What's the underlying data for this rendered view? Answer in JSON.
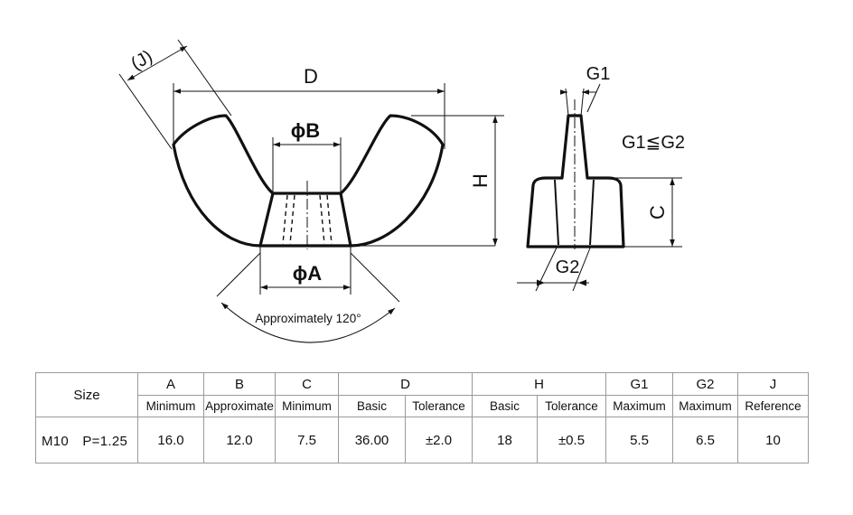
{
  "diagram": {
    "label_j": "(J)",
    "label_d": "D",
    "label_phi_b": "ϕB",
    "label_h": "H",
    "label_phi_a": "ϕA",
    "label_angle": "Approximately 120°",
    "label_g1": "G1",
    "label_g1_le_g2": "G1≦G2",
    "label_c": "C",
    "label_g2": "G2"
  },
  "table": {
    "size_header": "Size",
    "groups": [
      "A",
      "B",
      "C",
      "D",
      "H",
      "G1",
      "G2",
      "J"
    ],
    "subheaders": [
      "Minimum",
      "Approximate",
      "Minimum",
      "Basic",
      "Tolerance",
      "Basic",
      "Tolerance",
      "Maximum",
      "Maximum",
      "Reference"
    ],
    "row": {
      "size": "M10　P=1.25",
      "values": [
        "16.0",
        "12.0",
        "7.5",
        "36.00",
        "±2.0",
        "18",
        "±0.5",
        "5.5",
        "6.5",
        "10"
      ]
    }
  }
}
